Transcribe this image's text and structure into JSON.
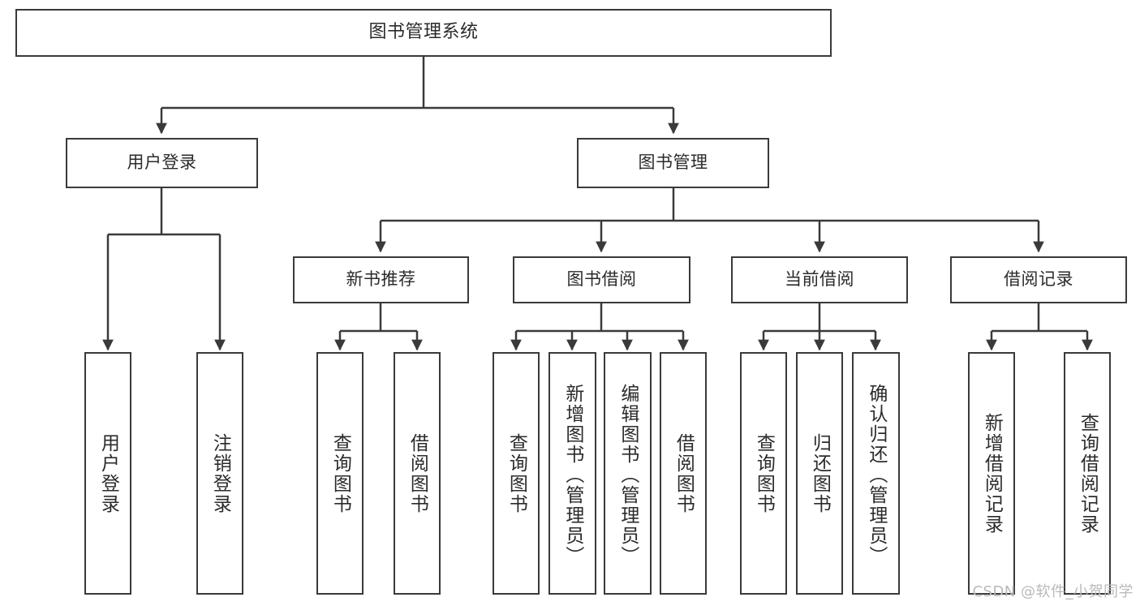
{
  "diagram": {
    "title": "图书管理系统",
    "type": "tree-hierarchy-chart",
    "watermark": "CSDN @软件_小贺同学",
    "colors": {
      "stroke": "#3a3a3a",
      "fill": "#ffffff",
      "text": "#2b2b2b",
      "watermark": "#b9b9b9"
    },
    "nodes": {
      "root": {
        "label": "图书管理系统"
      },
      "level2": [
        {
          "id": "user-login",
          "label": "用户登录"
        },
        {
          "id": "book-management",
          "label": "图书管理"
        }
      ],
      "level3": [
        {
          "id": "new-book-recommend",
          "label": "新书推荐"
        },
        {
          "id": "book-borrow",
          "label": "图书借阅"
        },
        {
          "id": "current-borrow",
          "label": "当前借阅"
        },
        {
          "id": "borrow-record",
          "label": "借阅记录"
        }
      ],
      "leaves": {
        "user-login": [
          {
            "id": "leaf-user-login",
            "label": "用户登录"
          },
          {
            "id": "leaf-user-logout",
            "label": "注销登录"
          }
        ],
        "new-book-recommend": [
          {
            "id": "leaf-query-book-1",
            "label": "查询图书"
          },
          {
            "id": "leaf-borrow-book-1",
            "label": "借阅图书"
          }
        ],
        "book-borrow": [
          {
            "id": "leaf-query-book-2",
            "label": "查询图书"
          },
          {
            "id": "leaf-add-book",
            "label": "新增图书（管理员）"
          },
          {
            "id": "leaf-edit-book",
            "label": "编辑图书（管理员）"
          },
          {
            "id": "leaf-borrow-book-2",
            "label": "借阅图书"
          }
        ],
        "current-borrow": [
          {
            "id": "leaf-query-book-3",
            "label": "查询图书"
          },
          {
            "id": "leaf-return-book",
            "label": "归还图书"
          },
          {
            "id": "leaf-confirm-return",
            "label": "确认归还（管理员）"
          }
        ],
        "borrow-record": [
          {
            "id": "leaf-add-record",
            "label": "新增借阅记录"
          },
          {
            "id": "leaf-query-record",
            "label": "查询借阅记录"
          }
        ]
      }
    }
  }
}
